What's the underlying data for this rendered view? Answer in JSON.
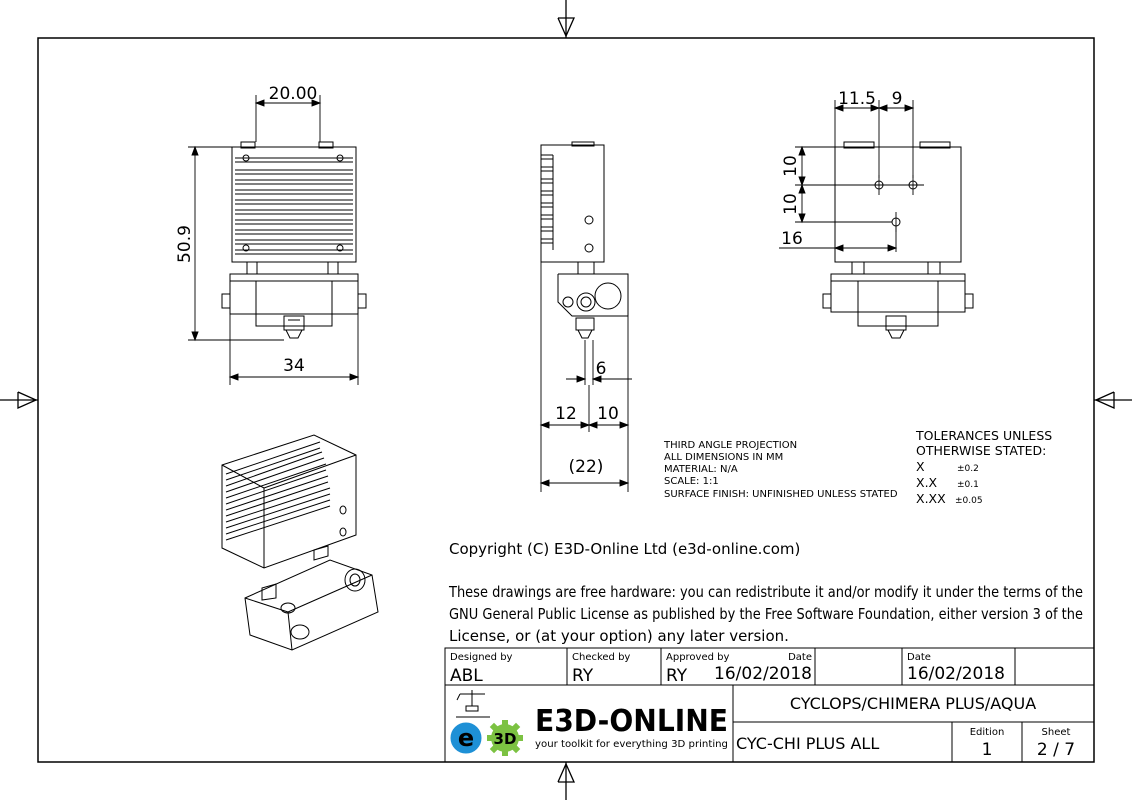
{
  "dimensions": {
    "front_width_top": "20.00",
    "front_height": "50.9",
    "front_width_bottom": "34",
    "side_nozzle_offset": "6",
    "side_left": "12",
    "side_right": "10",
    "side_total": "(22)",
    "back_x1": "11.5",
    "back_x2": "9",
    "back_y1": "10",
    "back_y2": "10",
    "back_x3": "16"
  },
  "notes": {
    "lines": [
      "THIRD ANGLE PROJECTION",
      "ALL DIMENSIONS IN MM",
      "MATERIAL: N/A",
      "SCALE: 1:1",
      "SURFACE FINISH: UNFINISHED UNLESS STATED"
    ]
  },
  "tolerances": {
    "title_line1": "TOLERANCES UNLESS",
    "title_line2": "OTHERWISE STATED:",
    "rows": [
      {
        "label": "X",
        "value": "±0.2"
      },
      {
        "label": "X.X",
        "value": "±0.1"
      },
      {
        "label": "X.XX",
        "value": "±0.05"
      }
    ]
  },
  "license": {
    "copyright": "Copyright (C) E3D-Online Ltd (e3d-online.com)",
    "line1": "These drawings are free hardware: you can redistribute it and/or modify it under the terms of the",
    "line2": "GNU General Public License as published by the Free Software Foundation, either version 3 of the",
    "line3": "License, or (at your option) any later version."
  },
  "title_block": {
    "designed_by_label": "Designed by",
    "designed_by": "ABL",
    "checked_by_label": "Checked by",
    "checked_by": "RY",
    "approved_by_label": "Approved by",
    "approved_by": "RY",
    "approved_date_label": "Date",
    "approved_date": "16/02/2018",
    "date_label": "Date",
    "date": "16/02/2018",
    "logo_name": "E3D-ONLINE",
    "logo_tagline": "your toolkit for everything 3D printing",
    "logo_e": "e",
    "logo_3d": "3D",
    "title": "CYCLOPS/CHIMERA PLUS/AQUA",
    "part_number": "CYC-CHI PLUS ALL",
    "edition_label": "Edition",
    "edition": "1",
    "sheet_label": "Sheet",
    "sheet": "2 / 7"
  },
  "colors": {
    "logo_blue": "#1e90d6",
    "logo_green": "#7cc242",
    "line": "#000000"
  }
}
